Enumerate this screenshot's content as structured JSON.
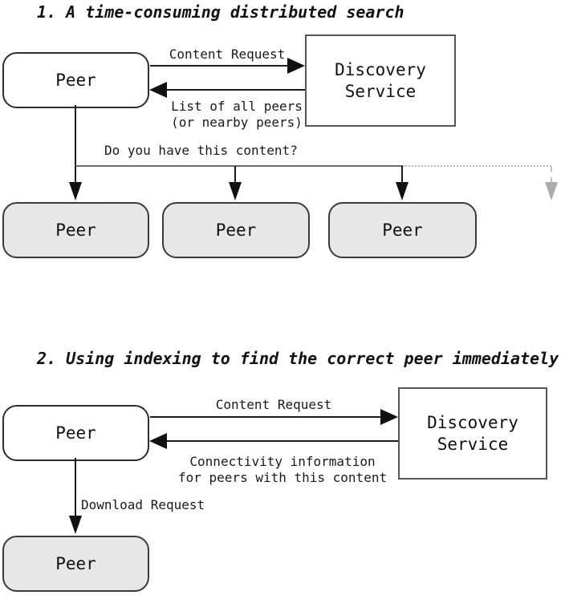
{
  "diagram1": {
    "title": "1. A time-consuming distributed search",
    "peer_top": "Peer",
    "discovery_line1": "Discovery",
    "discovery_line2": "Service",
    "arrow_content_request": "Content Request",
    "arrow_list_line1": "List of all peers",
    "arrow_list_line2": "(or nearby peers)",
    "question": "Do you have this content?",
    "peers": [
      "Peer",
      "Peer",
      "Peer"
    ]
  },
  "diagram2": {
    "title": "2. Using indexing to find the correct peer immediately",
    "peer_top": "Peer",
    "discovery_line1": "Discovery",
    "discovery_line2": "Service",
    "arrow_content_request": "Content Request",
    "arrow_connectivity_line1": "Connectivity information",
    "arrow_connectivity_line2": "for peers with this content",
    "arrow_download": "Download Request",
    "peer_bottom": "Peer"
  },
  "colors": {
    "peer_fill_gray": "#e9e9e9",
    "line_black": "#1c1c1c",
    "line_gray": "#6b6b6b",
    "dotted_gray": "#bdbdbd",
    "arrow_gray": "#ababab"
  }
}
